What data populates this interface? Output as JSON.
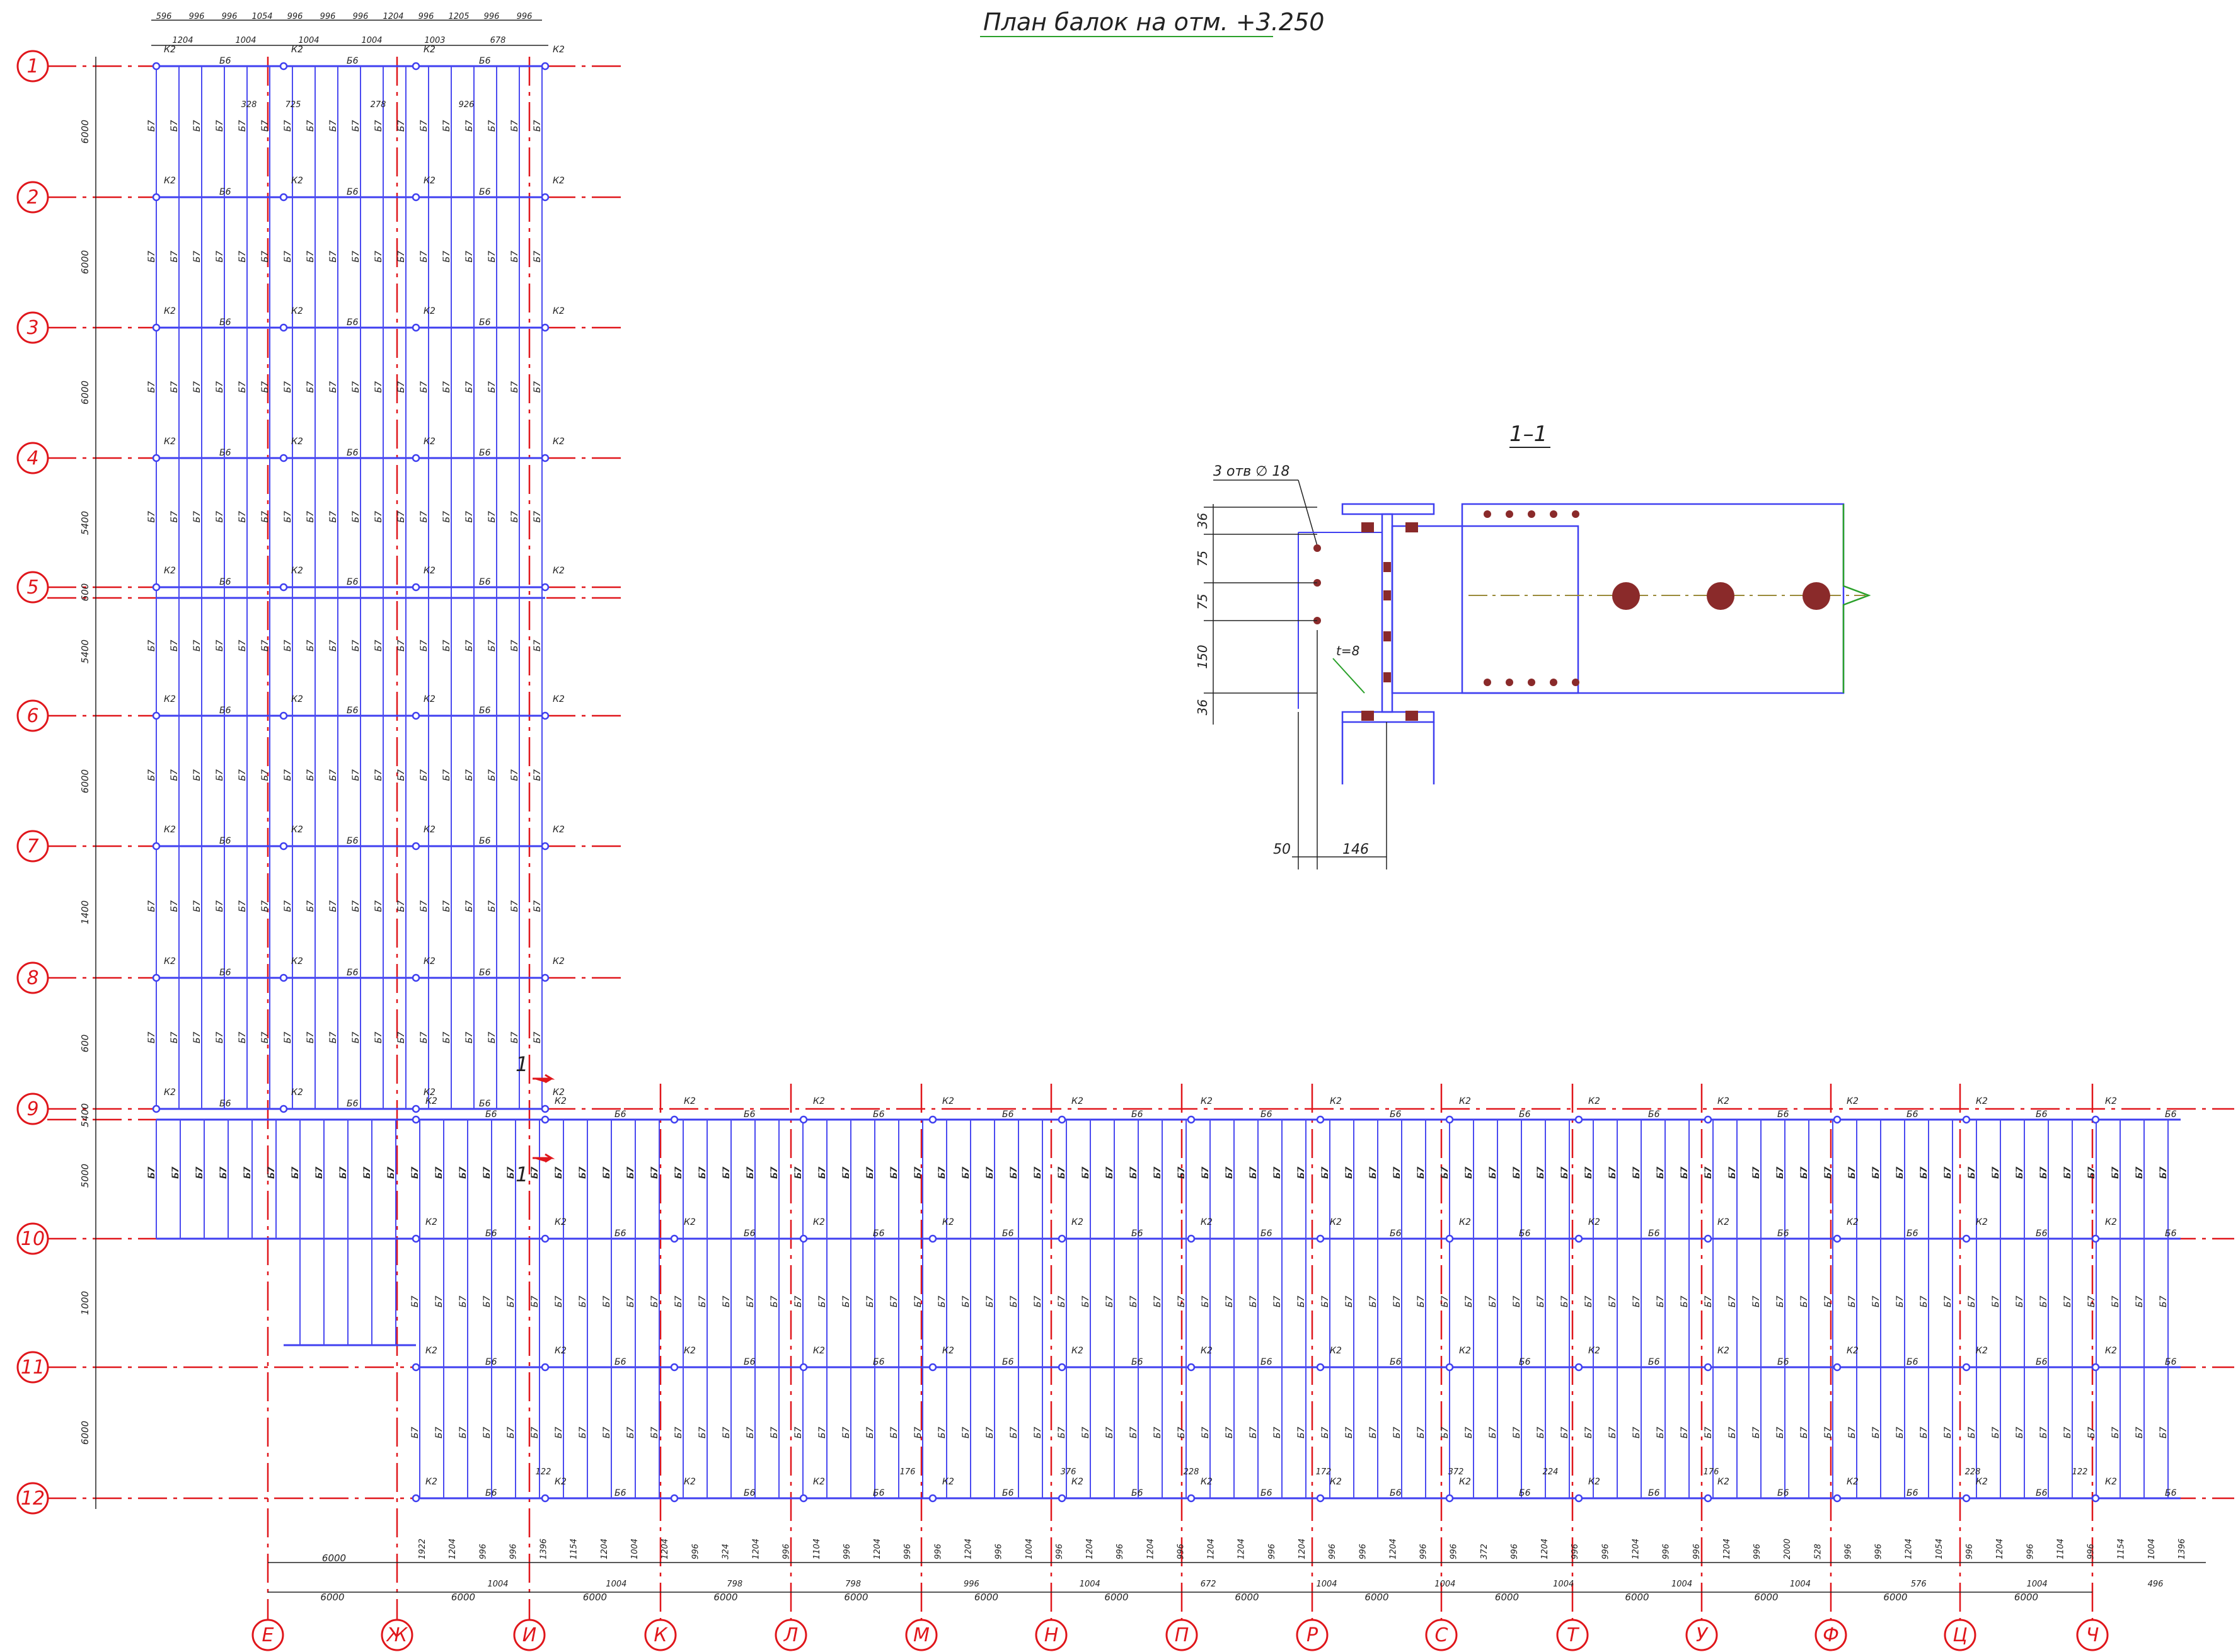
{
  "title": "План балок на отм. +3.250",
  "section_title": "1–1",
  "section": {
    "holes_note": "3 отв ∅ 18",
    "weld_note": "t=8",
    "dims_vertical": [
      "36",
      "75",
      "75",
      "150",
      "36"
    ],
    "dims_horizontal": [
      "50",
      "146"
    ]
  },
  "row_axes": [
    "1",
    "2",
    "3",
    "4",
    "5",
    "6",
    "7",
    "8",
    "9",
    "10",
    "11",
    "12"
  ],
  "row_spacings": [
    "6000",
    "6000",
    "6000",
    "5400",
    "600",
    "5400",
    "6000",
    "1400",
    "600",
    "5400",
    "5000",
    "1000",
    "6000"
  ],
  "col_axes": [
    "Е",
    "Ж",
    "И",
    "К",
    "Л",
    "М",
    "Н",
    "П",
    "Р",
    "С",
    "Т",
    "У",
    "Ф",
    "Ц",
    "Ч"
  ],
  "col_spacings": [
    "6000",
    "6000",
    "6000",
    "6000",
    "6000",
    "6000",
    "6000",
    "6000",
    "6000",
    "6000",
    "6000",
    "6000",
    "6000",
    "6000"
  ],
  "marks": {
    "column": "К2",
    "girder": "Б6",
    "joist": "Б7"
  },
  "cut_label": "1",
  "top_dims": [
    "596",
    "996",
    "996",
    "1054",
    "996",
    "996",
    "996",
    "1204",
    "996",
    "1205",
    "996",
    "996"
  ],
  "top_dims_2": [
    "1204",
    "1004",
    "1004",
    "1004",
    "1003",
    "678"
  ],
  "inner_dims": [
    "328",
    "725",
    "278",
    "926"
  ],
  "bottom_dims_1": [
    "1922",
    "1204",
    "996",
    "996",
    "1396",
    "1154",
    "1204",
    "1004",
    "1204",
    "996",
    "324",
    "1204",
    "996",
    "1104",
    "996",
    "1204",
    "996",
    "996",
    "1204",
    "996",
    "1004",
    "996",
    "1204",
    "996",
    "1204",
    "996",
    "1204",
    "1204",
    "996",
    "1204",
    "996",
    "996",
    "1204",
    "996",
    "996",
    "372",
    "996",
    "1204",
    "996",
    "996",
    "1204",
    "996",
    "996",
    "1204",
    "996",
    "2000",
    "528",
    "996",
    "996",
    "1204",
    "1054",
    "996",
    "1204",
    "996",
    "1104",
    "996",
    "1154",
    "1004",
    "1396"
  ],
  "bottom_dims_2": [
    "1004",
    "1004",
    "798",
    "798",
    "996",
    "1004",
    "672",
    "1004",
    "1004",
    "1004",
    "1004",
    "1004",
    "576",
    "1004",
    "496"
  ],
  "misc_dims": [
    "122",
    "176",
    "376",
    "228",
    "172",
    "372",
    "224",
    "176",
    "228",
    "122"
  ]
}
